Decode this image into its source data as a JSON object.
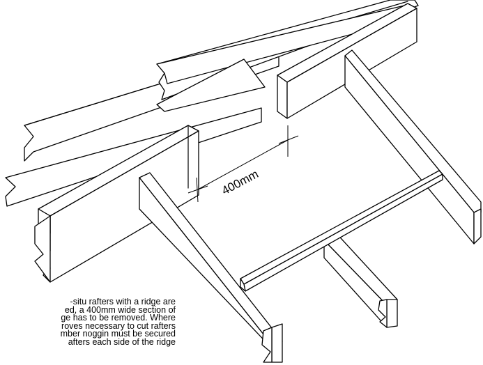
{
  "diagram": {
    "dimension_label": "400mm",
    "caption_lines": [
      "-situ rafters with a ridge are",
      "ed, a 400mm wide section of",
      "ge has to be removed. Where",
      "roves necessary to cut rafters",
      "mber noggin must be secured",
      "afters each side of the ridge"
    ]
  }
}
